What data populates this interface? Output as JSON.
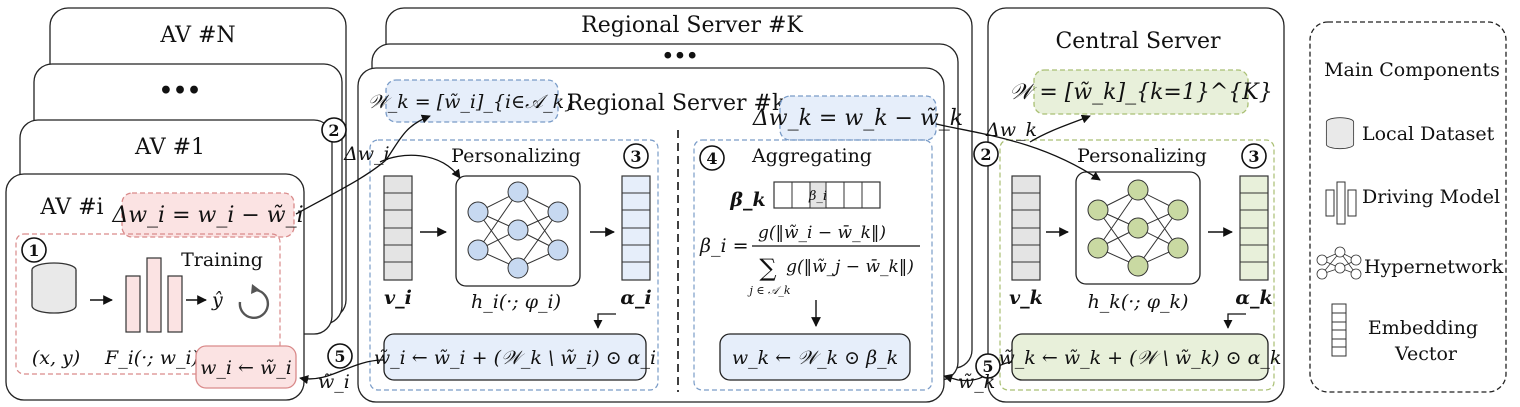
{
  "av_stack": {
    "n_title": "AV #N",
    "ellipsis": "•••",
    "first_title": "AV #1",
    "local": {
      "title": "AV #i",
      "delta_formula": "Δw_i = w_i − w̃_i",
      "step1": "1",
      "training_label": "Training",
      "data_label": "(x, y)",
      "model_label": "F_i(·; w_i)",
      "prediction": "ŷ",
      "update_formula": "w_i ← w̃_i"
    }
  },
  "regional": {
    "k_title": "Regional Server #K",
    "ellipsis": "•••",
    "local_title": "Regional Server #k",
    "w_set": "𝒲_k = [w̃_i]_{i∈𝒜_k}",
    "delta_formula": "Δw_k = w_k − w̃_k",
    "personalizing": {
      "step": "3",
      "title": "Personalizing",
      "v_label": "v_i",
      "hyper_label": "h_i(·; φ_i)",
      "alpha_label": "α_i",
      "update_formula": "w̃_i ← w̃_i + (𝒲_k \\ w̃_i) ⊙ α_i"
    },
    "aggregating": {
      "step": "4",
      "title": "Aggregating",
      "beta_label": "β_k",
      "beta_cell": "β_i",
      "beta_lhs": "β_i =",
      "numerator": "g(‖w̃_i − w̄_k‖)",
      "sum_symbol": "∑",
      "sum_index": "j ∈ 𝒜_k",
      "denominator": "g(‖w̃_j − w̄_k‖)",
      "update_formula": "w_k ← 𝒲_k ⊙ β_k"
    }
  },
  "central": {
    "title": "Central Server",
    "w_set": "𝒲 = [w̃_k]_{k=1}^{K}",
    "personalizing": {
      "step": "3",
      "title": "Personalizing",
      "v_label": "v_k",
      "hyper_label": "h_k(·; φ_k)",
      "alpha_label": "α_k",
      "update_formula": "w̃_k ← w̃_k + (𝒲 \\ w̃_k) ⊙ α_k"
    }
  },
  "arrows": {
    "step2_av": "2",
    "delta_wi": "Δw_i",
    "step5_av": "5",
    "wtilde_i": "w̃_i",
    "step2_central": "2",
    "delta_wk": "Δw_k",
    "step5_central": "5",
    "wtilde_k": "w̃_k"
  },
  "legend": {
    "title": "Main Components",
    "items": [
      {
        "label": "Local Dataset",
        "icon": "database-icon"
      },
      {
        "label": "Driving Model",
        "icon": "model-bars-icon"
      },
      {
        "label": "Hypernetwork",
        "icon": "neural-network-icon"
      },
      {
        "label": "Embedding Vector",
        "icon": "embedding-vector-icon"
      }
    ]
  },
  "colors": {
    "red_fill": "#fbe3e3",
    "red_border": "#d98a8a",
    "blue_fill": "#e6eefa",
    "blue_border": "#7a9cc8",
    "green_fill": "#e8f0da",
    "green_border": "#a9bf73",
    "node_blue": "#c7d9f1",
    "node_green": "#c9d9a2"
  }
}
